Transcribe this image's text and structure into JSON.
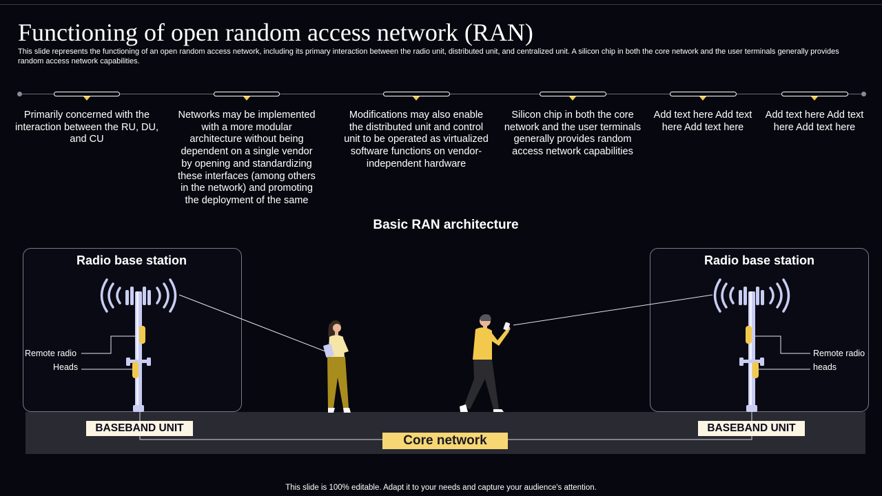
{
  "header": {
    "title": "Functioning of open random access network (RAN)",
    "subtitle": "This slide represents the functioning of an open random access network, including its primary interaction between the radio unit, distributed unit, and centralized unit. A silicon chip in both the core network and the user terminals generally provides random access network capabilities."
  },
  "timeline": {
    "items": [
      {
        "text": "Primarily concerned with the interaction between the RU, DU, and CU"
      },
      {
        "text": "Networks may be implemented with a more modular architecture without being dependent on a single vendor by opening and standardizing these interfaces (among others in the network) and promoting the deployment of the same"
      },
      {
        "text": "Modifications may also enable the distributed unit and control unit to be operated as virtualized software functions on vendor-independent hardware"
      },
      {
        "text": "Silicon chip in both the core network and the user terminals generally provides random access network capabilities"
      },
      {
        "text": "Add text here Add text here Add text here"
      },
      {
        "text": "Add text here Add text here Add text here"
      }
    ]
  },
  "architecture": {
    "title": "Basic RAN architecture",
    "left_station": {
      "title": "Radio base station",
      "label_line1": "Remote radio",
      "label_line2": "Heads",
      "baseband": "BASEBAND UNIT"
    },
    "right_station": {
      "title": "Radio base station",
      "label_line1": "Remote radio",
      "label_line2": "heads",
      "baseband": "BASEBAND UNIT"
    },
    "core_network": "Core network"
  },
  "footer": {
    "text": "This slide is 100% editable. Adapt it to your needs and capture your audience's attention."
  },
  "colors": {
    "background": "#07070f",
    "accent": "#f2c94c",
    "tower": "#c9cdf2",
    "baseband_fill": "#fdf5e3",
    "core_fill": "#f7d774"
  }
}
